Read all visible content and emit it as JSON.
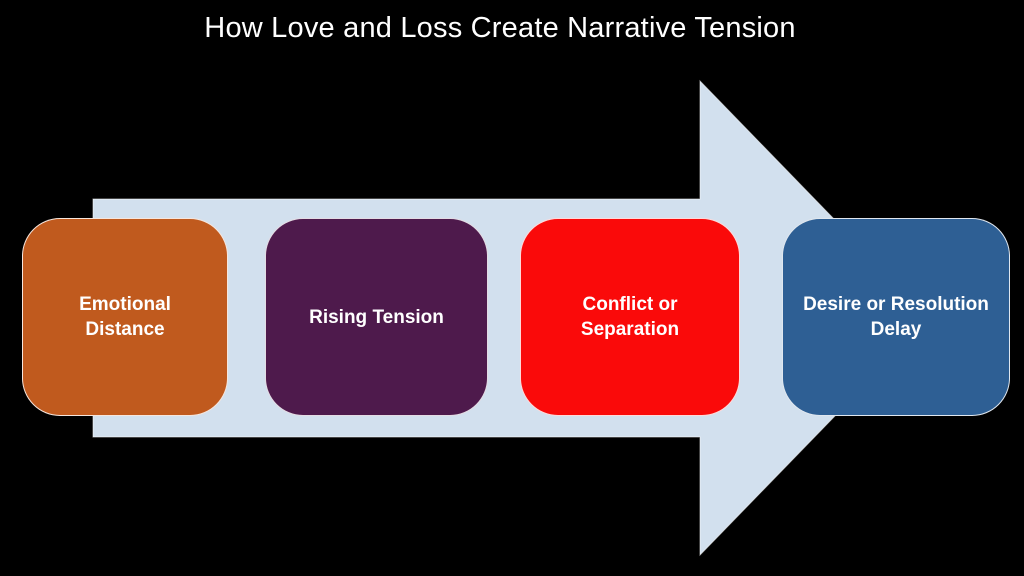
{
  "title": "How Love and Loss Create Narrative Tension",
  "diagram": {
    "type": "process-arrow",
    "background_color": "#000000",
    "arrow_color": "#D2E0EE",
    "arrow_outline_color": "rgba(255,255,255,0.55)",
    "text_color": "#FFFFFF",
    "boxes": [
      {
        "label": "Emotional Distance",
        "lines": [
          "Emotional",
          "Distance"
        ],
        "color": "#C05A1E"
      },
      {
        "label": "Rising Tension",
        "lines": [
          "Rising Tension"
        ],
        "color": "#4E1A4C"
      },
      {
        "label": "Conflict or Separation",
        "lines": [
          "Conflict or",
          "Separation"
        ],
        "color": "#FA0A0A"
      },
      {
        "label": "Desire or Resolution Delay",
        "lines": [
          "Desire or Resolution",
          "Delay"
        ],
        "color": "#2E5F94"
      }
    ]
  }
}
